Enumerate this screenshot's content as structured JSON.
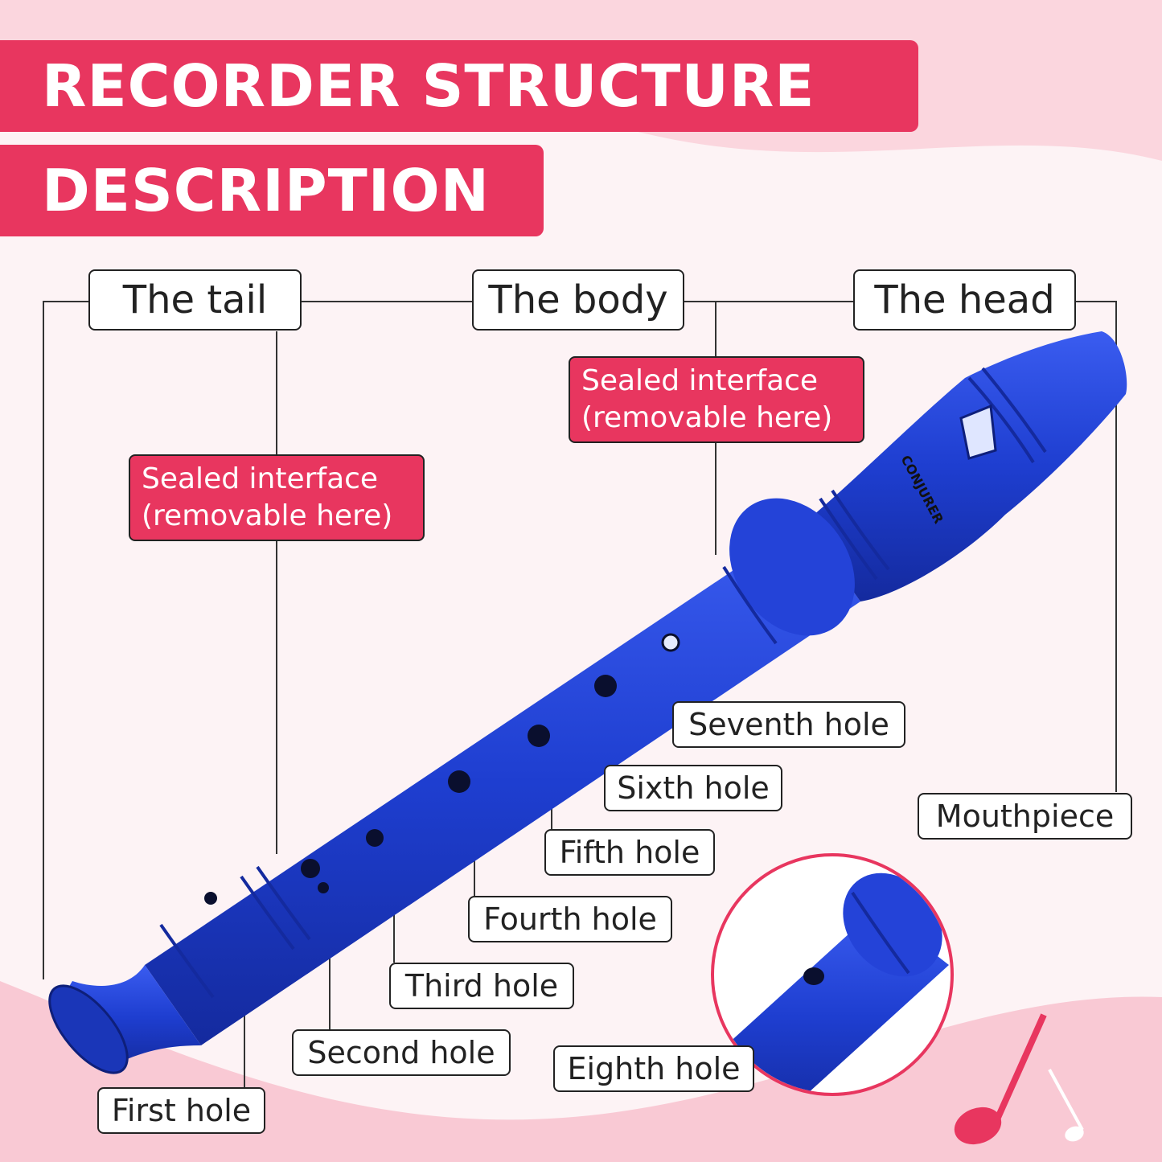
{
  "title": {
    "line1": "RECORDER STRUCTURE",
    "line2": "DESCRIPTION"
  },
  "sections": {
    "tail": "The tail",
    "body": "The body",
    "head": "The head"
  },
  "sealed_interface": {
    "line1": "Sealed interface",
    "line2": "(removable here)"
  },
  "holes": {
    "first": "First hole",
    "second": "Second hole",
    "third": "Third hole",
    "fourth": "Fourth hole",
    "fifth": "Fifth hole",
    "sixth": "Sixth hole",
    "seventh": "Seventh hole",
    "eighth": "Eighth hole"
  },
  "mouthpiece": "Mouthpiece",
  "brand": "CONJURER",
  "colors": {
    "accent": "#e8365f",
    "recorder_blue": "#1f3fd1",
    "background": "#fdf3f5"
  }
}
